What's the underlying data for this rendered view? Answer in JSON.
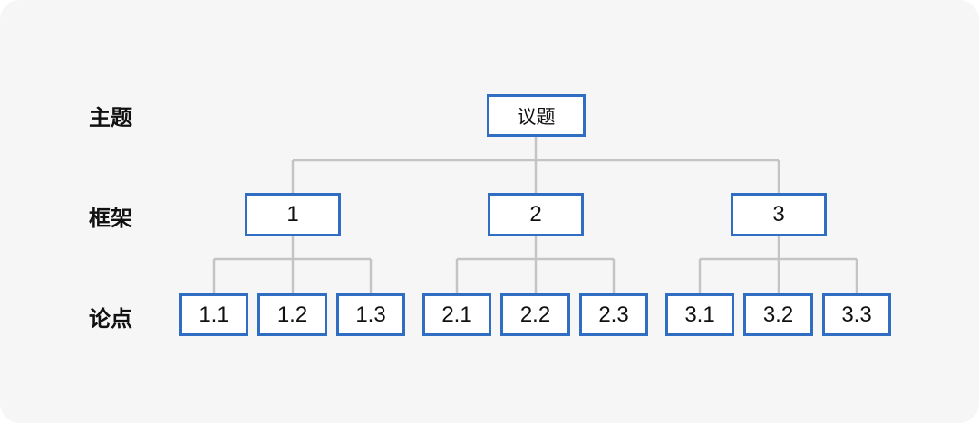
{
  "row_labels": {
    "topic": "主题",
    "framework": "框架",
    "point": "论点"
  },
  "tree": {
    "root": "议题",
    "frameworks": [
      {
        "label": "1",
        "points": [
          "1.1",
          "1.2",
          "1.3"
        ]
      },
      {
        "label": "2",
        "points": [
          "2.1",
          "2.2",
          "2.3"
        ]
      },
      {
        "label": "3",
        "points": [
          "3.1",
          "3.2",
          "3.3"
        ]
      }
    ]
  },
  "colors": {
    "node_border": "#2f6ec2",
    "connector": "#c4c4c4",
    "background": "#f6f6f6"
  }
}
